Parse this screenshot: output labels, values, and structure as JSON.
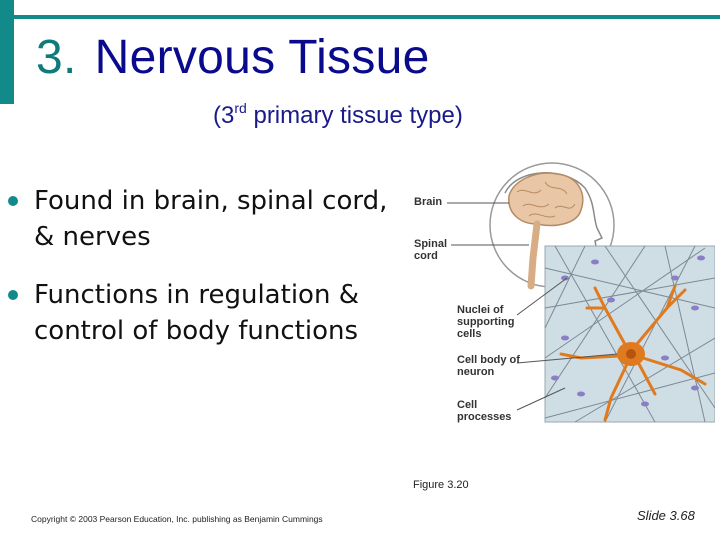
{
  "slide": {
    "title_number": "3.",
    "title_text": "Nervous Tissue",
    "subtitle_pre": "(3",
    "subtitle_sup": "rd",
    "subtitle_post": " primary tissue type)",
    "bullets": [
      "Found in brain, spinal cord, & nerves",
      "Functions in regulation & control of body functions"
    ],
    "figure": {
      "labels": {
        "brain": "Brain",
        "spinal_cord": "Spinal cord",
        "nuclei": "Nuclei of supporting cells",
        "cell_body": "Cell body of neuron",
        "processes": "Cell processes"
      },
      "caption": "Figure 3.20"
    },
    "copyright": "Copyright © 2003 Pearson Education, Inc. publishing as Benjamin Cummings",
    "slide_number": "Slide 3.68"
  },
  "colors": {
    "accent": "#128a8a",
    "title": "#0a0a8c",
    "neuron": "#e07a1e",
    "tissue_bg": "#cfdde4"
  }
}
